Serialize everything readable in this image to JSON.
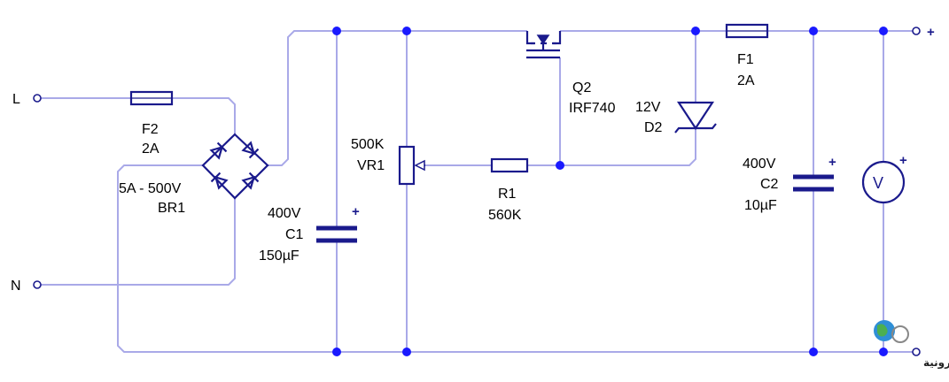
{
  "terminals": {
    "live": "L",
    "neutral": "N",
    "out_plus": "+"
  },
  "fuse_f2": {
    "name": "F2",
    "rating": "2A"
  },
  "fuse_f1": {
    "name": "F1",
    "rating": "2A"
  },
  "bridge": {
    "rating": "5A - 500V",
    "name": "BR1"
  },
  "cap_c1": {
    "voltage": "400V",
    "name": "C1",
    "value": "150µF",
    "polarity": "+"
  },
  "pot_vr1": {
    "value": "500K",
    "name": "VR1"
  },
  "res_r1": {
    "name": "R1",
    "value": "560K"
  },
  "mosfet_q2": {
    "name": "Q2",
    "part": "IRF740"
  },
  "zener_d2": {
    "voltage": "12V",
    "name": "D2"
  },
  "cap_c2": {
    "voltage": "400V",
    "name": "C2",
    "value": "10µF",
    "polarity": "+"
  },
  "voltmeter": {
    "symbol": "V",
    "polarity": "+"
  },
  "logo": {
    "text": "الغربية الالكترونية"
  }
}
